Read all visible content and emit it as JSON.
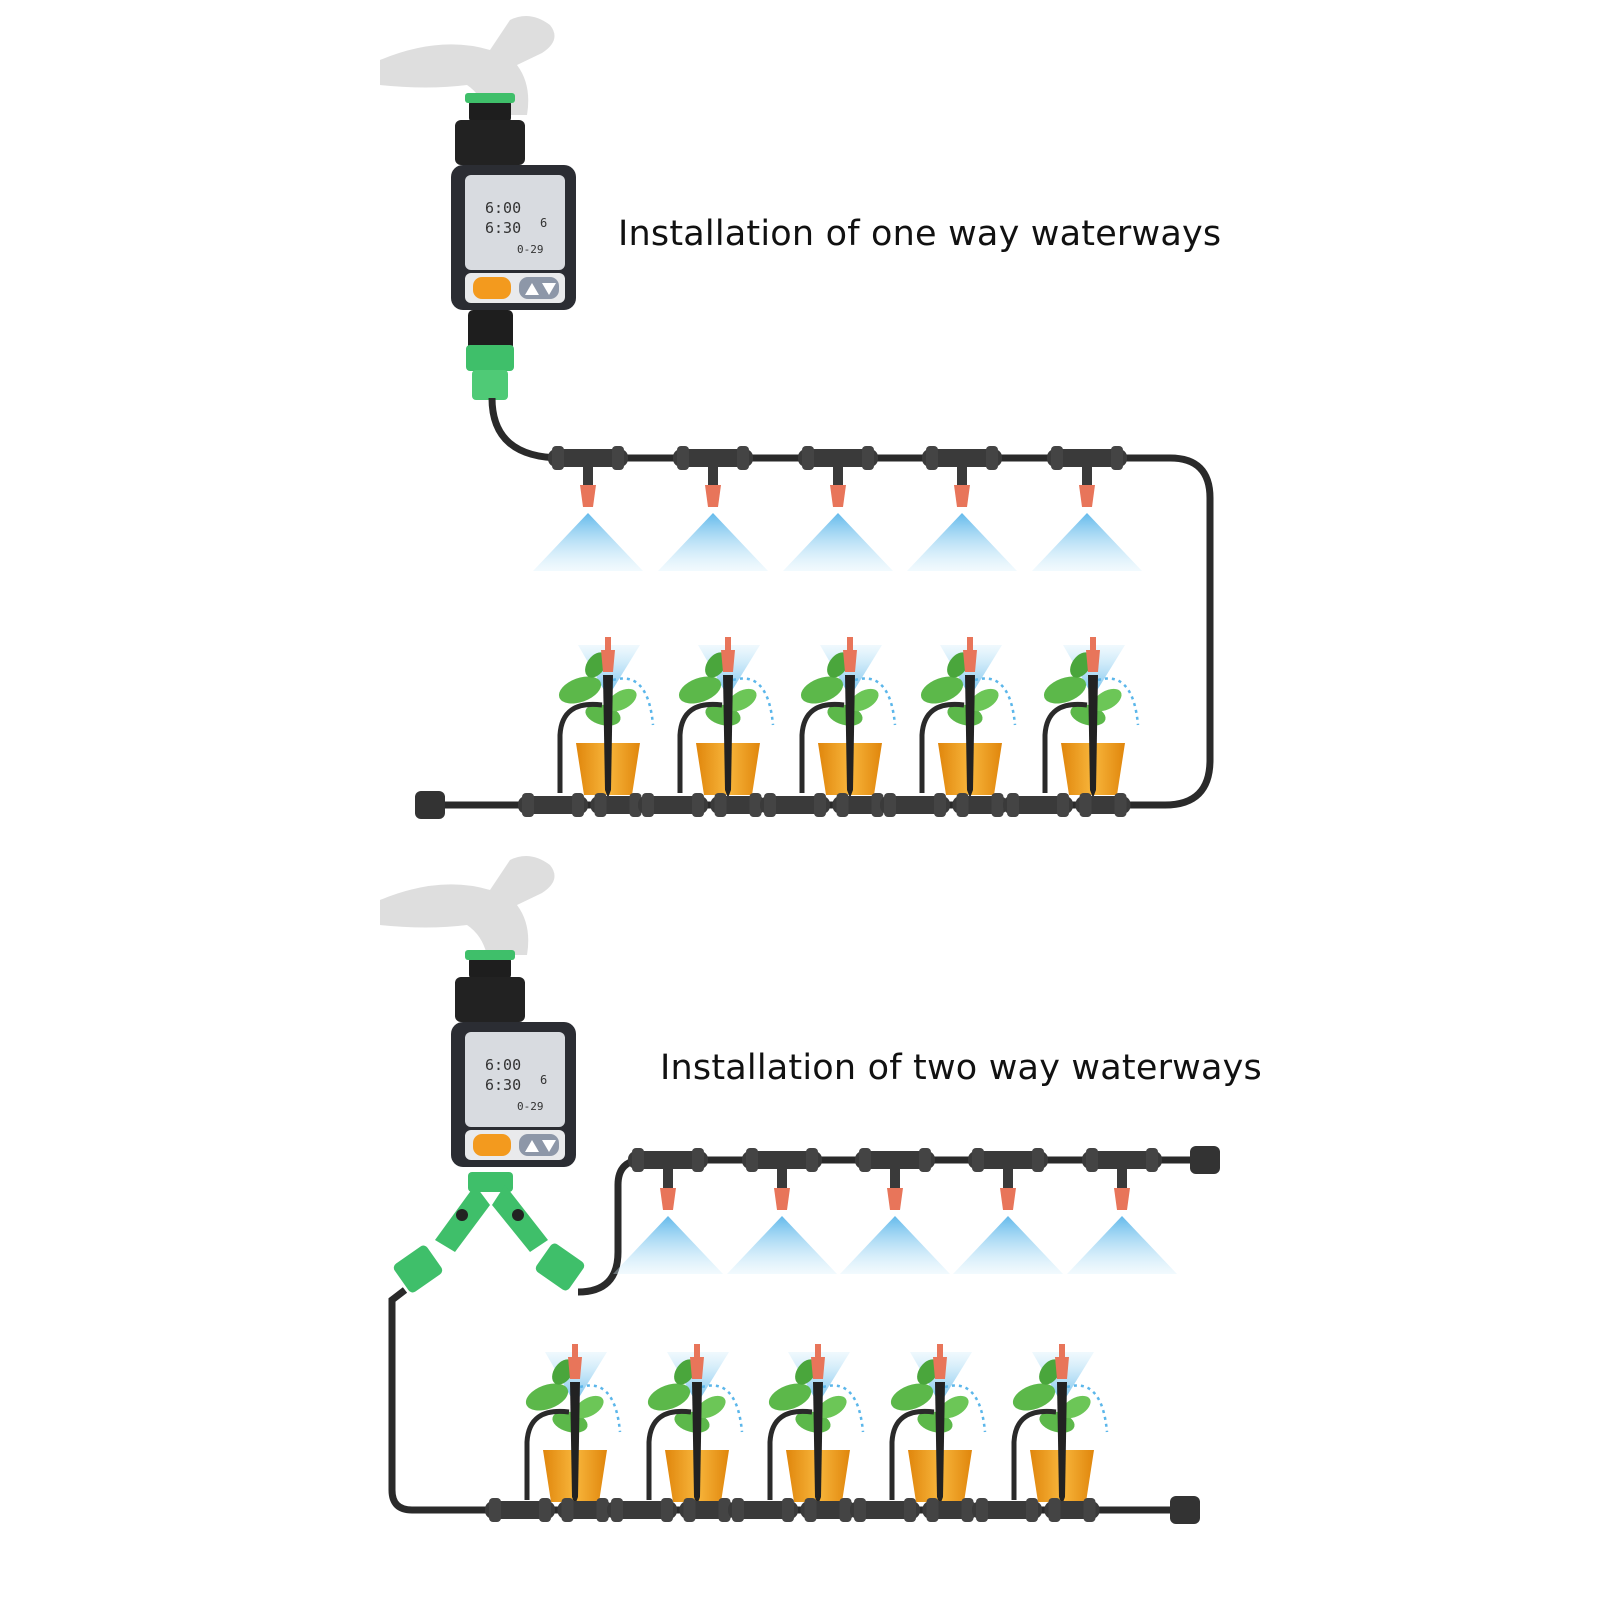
{
  "diagrams": [
    {
      "caption": "Installation of one way waterways",
      "timer": {
        "time_1": "6:00",
        "time_2": "6:30",
        "interval": "6",
        "duration": "0-29"
      },
      "sprinkler_count": 5,
      "plant_count": 5
    },
    {
      "caption": "Installation of two way waterways",
      "timer": {
        "time_1": "6:00",
        "time_2": "6:30",
        "interval": "6",
        "duration": "0-29"
      },
      "sprinkler_count": 5,
      "plant_count": 5
    }
  ],
  "colors": {
    "tube": "#2a2a2a",
    "fitting": "#3a3a3a",
    "nozzle": "#e8755a",
    "mist": "#7fc6ee",
    "pot": "#f0a020",
    "leaf": "#5cb84a",
    "timer_body": "#2b2d33",
    "lcd": "#d8dbe0",
    "connector_green": "#3fbf6a",
    "tap": "#d6d6d6",
    "button_orange": "#f39a1e"
  }
}
